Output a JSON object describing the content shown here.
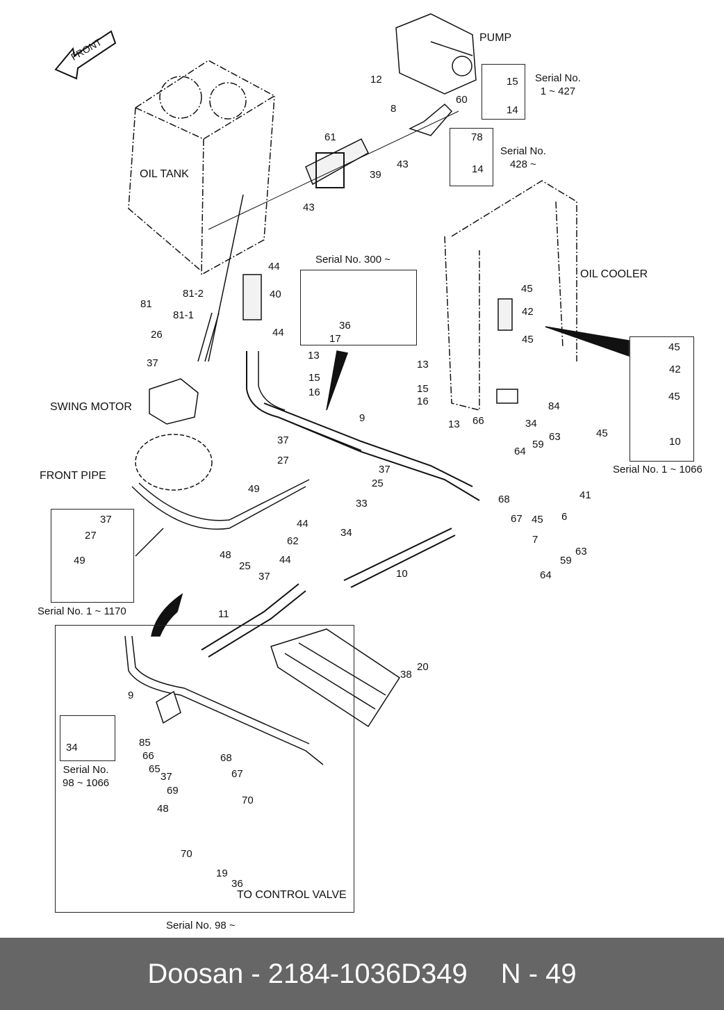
{
  "orientation": {
    "label": "FRONT"
  },
  "components": {
    "pump": "PUMP",
    "oil_tank": "OIL TANK",
    "oil_cooler": "OIL COOLER",
    "swing_motor": "SWING MOTOR",
    "front_pipe": "FRONT PIPE",
    "to_control_valve": "TO CONTROL VALVE"
  },
  "serial_notes": {
    "pump_bolt_early": "Serial No.\n1 ~ 427",
    "pump_bolt_late": "Serial No.\n428 ~",
    "pipe_plug": "Serial No. 300 ~",
    "cooler_hose": "Serial No. 1 ~ 1066",
    "swing_hose": "Serial No. 1 ~ 1170",
    "sensor_early": "Serial No.\n98 ~ 1066",
    "control_valve_line": "Serial No. 98 ~"
  },
  "part_labels": [
    {
      "id": "p12",
      "text": "12"
    },
    {
      "id": "p60",
      "text": "60"
    },
    {
      "id": "p8",
      "text": "8"
    },
    {
      "id": "p15a",
      "text": "15"
    },
    {
      "id": "p14a",
      "text": "14"
    },
    {
      "id": "p78",
      "text": "78"
    },
    {
      "id": "p14b",
      "text": "14"
    },
    {
      "id": "p61",
      "text": "61"
    },
    {
      "id": "p43a",
      "text": "43"
    },
    {
      "id": "p39",
      "text": "39"
    },
    {
      "id": "p43b",
      "text": "43"
    },
    {
      "id": "p44a",
      "text": "44"
    },
    {
      "id": "p40",
      "text": "40"
    },
    {
      "id": "p44b",
      "text": "44"
    },
    {
      "id": "p81",
      "text": "81"
    },
    {
      "id": "p81-2",
      "text": "81-2"
    },
    {
      "id": "p81-1",
      "text": "81-1"
    },
    {
      "id": "p26",
      "text": "26"
    },
    {
      "id": "p37a",
      "text": "37"
    },
    {
      "id": "p36a",
      "text": "36"
    },
    {
      "id": "p17",
      "text": "17"
    },
    {
      "id": "p13a",
      "text": "13"
    },
    {
      "id": "p15b",
      "text": "15"
    },
    {
      "id": "p16a",
      "text": "16"
    },
    {
      "id": "p13b",
      "text": "13"
    },
    {
      "id": "p15c",
      "text": "15"
    },
    {
      "id": "p16b",
      "text": "16"
    },
    {
      "id": "p9a",
      "text": "9"
    },
    {
      "id": "p37b",
      "text": "37"
    },
    {
      "id": "p27a",
      "text": "27"
    },
    {
      "id": "p45a",
      "text": "45"
    },
    {
      "id": "p42a",
      "text": "42"
    },
    {
      "id": "p45b",
      "text": "45"
    },
    {
      "id": "p84",
      "text": "84"
    },
    {
      "id": "p66a",
      "text": "66"
    },
    {
      "id": "p34a",
      "text": "34"
    },
    {
      "id": "p13c",
      "text": "13"
    },
    {
      "id": "p45c",
      "text": "45"
    },
    {
      "id": "p64a",
      "text": "64"
    },
    {
      "id": "p59a",
      "text": "59"
    },
    {
      "id": "p63a",
      "text": "63"
    },
    {
      "id": "p45d",
      "text": "45"
    },
    {
      "id": "p42b",
      "text": "42"
    },
    {
      "id": "p45e",
      "text": "45"
    },
    {
      "id": "p10a",
      "text": "10"
    },
    {
      "id": "p37c",
      "text": "37"
    },
    {
      "id": "p25a",
      "text": "25"
    },
    {
      "id": "p33",
      "text": "33"
    },
    {
      "id": "p68a",
      "text": "68"
    },
    {
      "id": "p41",
      "text": "41"
    },
    {
      "id": "p67a",
      "text": "67"
    },
    {
      "id": "p45f",
      "text": "45"
    },
    {
      "id": "p6",
      "text": "6"
    },
    {
      "id": "p49a",
      "text": "49"
    },
    {
      "id": "p44c",
      "text": "44"
    },
    {
      "id": "p34b",
      "text": "34"
    },
    {
      "id": "p62",
      "text": "62"
    },
    {
      "id": "p7",
      "text": "7"
    },
    {
      "id": "p63b",
      "text": "63"
    },
    {
      "id": "p59b",
      "text": "59"
    },
    {
      "id": "p64b",
      "text": "64"
    },
    {
      "id": "p37d",
      "text": "37"
    },
    {
      "id": "p27b",
      "text": "27"
    },
    {
      "id": "p49b",
      "text": "49"
    },
    {
      "id": "p48a",
      "text": "48"
    },
    {
      "id": "p25b",
      "text": "25"
    },
    {
      "id": "p37e",
      "text": "37"
    },
    {
      "id": "p44d",
      "text": "44"
    },
    {
      "id": "p10b",
      "text": "10"
    },
    {
      "id": "p11",
      "text": "11"
    },
    {
      "id": "p20",
      "text": "20"
    },
    {
      "id": "p38",
      "text": "38"
    },
    {
      "id": "p9b",
      "text": "9"
    },
    {
      "id": "p34c",
      "text": "34"
    },
    {
      "id": "p85",
      "text": "85"
    },
    {
      "id": "p66b",
      "text": "66"
    },
    {
      "id": "p65",
      "text": "65"
    },
    {
      "id": "p68b",
      "text": "68"
    },
    {
      "id": "p37f",
      "text": "37"
    },
    {
      "id": "p67b",
      "text": "67"
    },
    {
      "id": "p69",
      "text": "69"
    },
    {
      "id": "p70a",
      "text": "70"
    },
    {
      "id": "p48b",
      "text": "48"
    },
    {
      "id": "p70b",
      "text": "70"
    },
    {
      "id": "p19",
      "text": "19"
    },
    {
      "id": "p36b",
      "text": "36"
    }
  ],
  "footer": {
    "catalog": "Doosan - 2184-1036D349",
    "page": "N - 49"
  }
}
